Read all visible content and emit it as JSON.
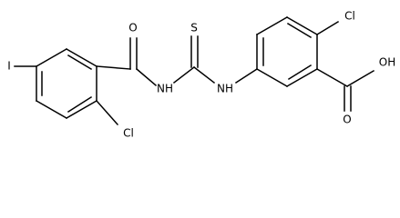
{
  "structure": {
    "atoms": {
      "i": "I",
      "o_amide": "O",
      "s_thio": "S",
      "nh_left": "NH",
      "nh_right": "NH",
      "cl_left": "Cl",
      "cl_right": "Cl",
      "oh_acid": "OH",
      "o_acid": "O"
    }
  }
}
